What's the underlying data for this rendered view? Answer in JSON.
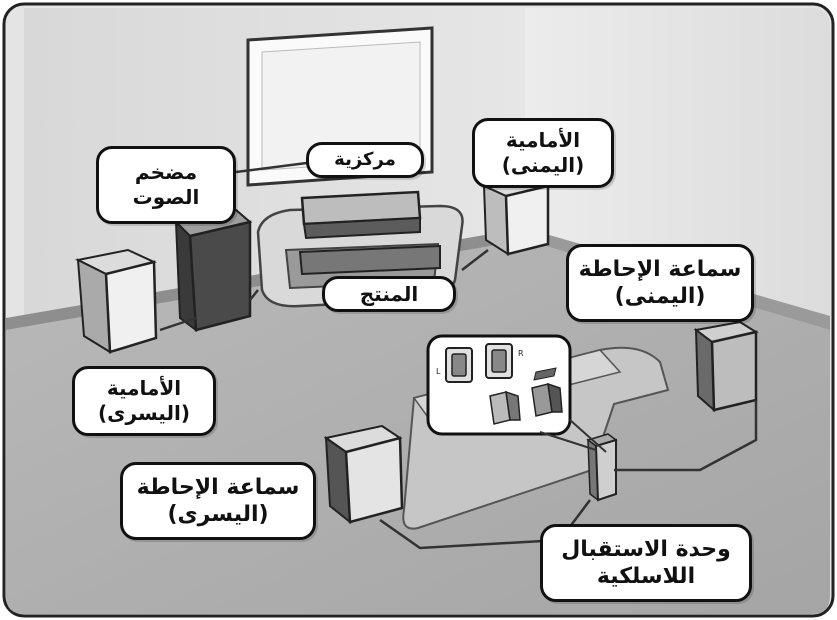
{
  "labels": {
    "center": {
      "line1": "مركزية"
    },
    "subwoofer": {
      "line1": "مضخم",
      "line2": "الصوت"
    },
    "front_right": {
      "line1": "الأمامية",
      "line2": "(اليمنى)"
    },
    "surround_right": {
      "line1": "سماعة الإحاطة",
      "line2": "(اليمنى)"
    },
    "product": {
      "line1": "المنتج"
    },
    "front_left": {
      "line1": "الأمامية",
      "line2": "(اليسرى)"
    },
    "surround_left": {
      "line1": "سماعة الإحاطة",
      "line2": "(اليسرى)"
    },
    "wireless_receiver": {
      "line1": "وحدة الاستقبال",
      "line2": "اللاسلكية"
    }
  },
  "inset": {
    "left_marker": "L",
    "right_marker": "R"
  }
}
